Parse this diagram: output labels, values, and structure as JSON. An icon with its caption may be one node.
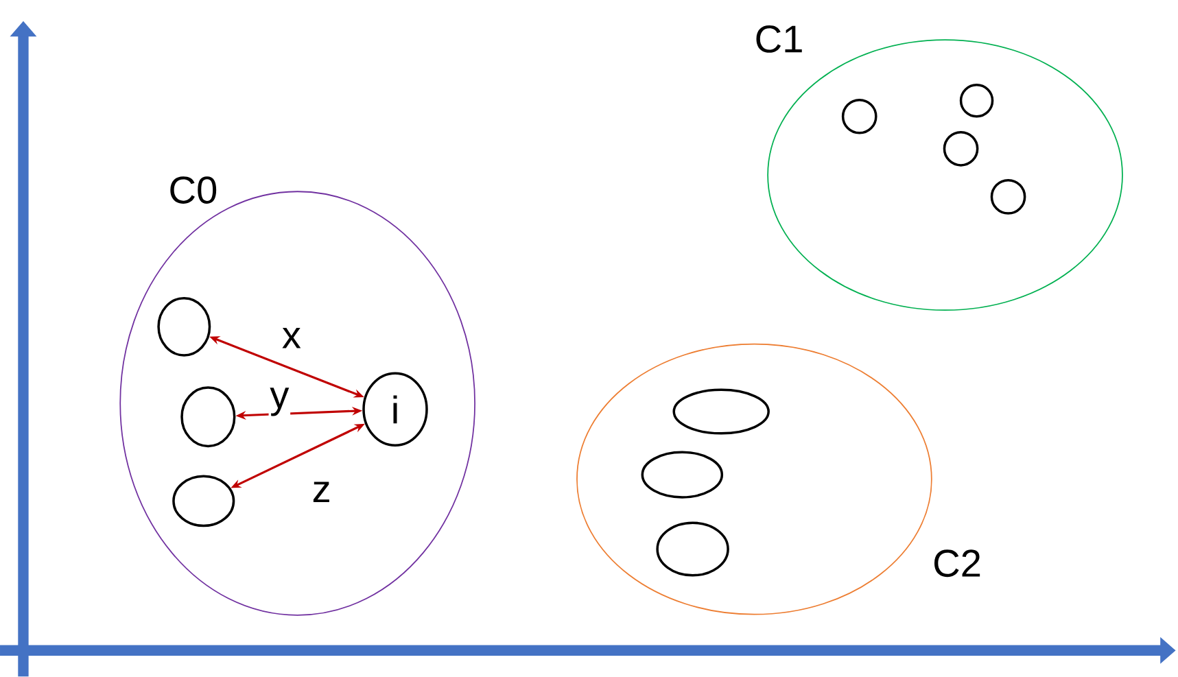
{
  "diagram": {
    "nodes": [
      {
        "text": [
          "C0"
        ]
      },
      {
        "text": [],
        "shape": "circle",
        "in": 0
      },
      {
        "text": [],
        "shape": "circle",
        "in": 0
      },
      {
        "text": [],
        "shape": "circle",
        "in": 0
      },
      {
        "text": [
          "i"
        ],
        "in": 0
      },
      {
        "text": [
          "C1"
        ]
      },
      {
        "text": [],
        "shape": "circle",
        "in": 5
      },
      {
        "text": [],
        "shape": "circle",
        "in": 5
      },
      {
        "text": [],
        "shape": "circle",
        "in": 5
      },
      {
        "text": [],
        "shape": "circle",
        "in": 5
      },
      {
        "text": [
          "C2"
        ]
      },
      {
        "text": [],
        "shape": "circle",
        "in": 10
      },
      {
        "text": [],
        "shape": "circle",
        "in": 10
      },
      {
        "text": [],
        "shape": "circle",
        "in": 10
      }
    ],
    "edges": [
      {
        "from": 4,
        "to": 1,
        "arrow": "both",
        "label": "x",
        "color": "#c00000"
      },
      {
        "from": 4,
        "to": 2,
        "arrow": "both",
        "label": "y",
        "color": "#c00000"
      },
      {
        "from": 4,
        "to": 3,
        "arrow": "both",
        "label": "z",
        "color": "#c00000"
      }
    ]
  }
}
